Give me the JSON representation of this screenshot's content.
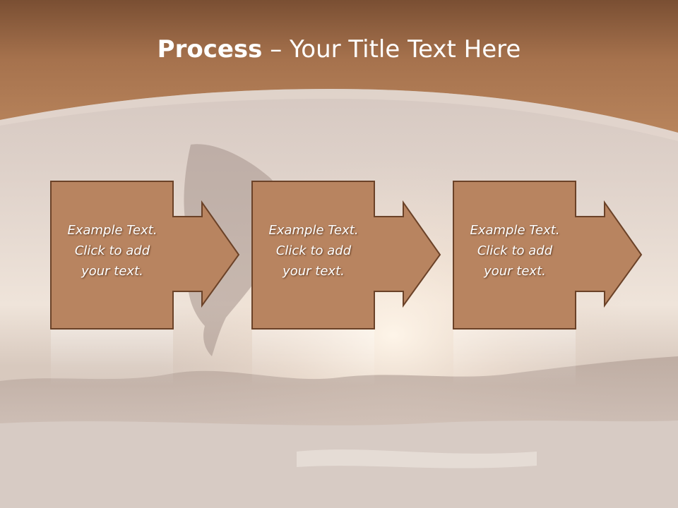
{
  "slide": {
    "title_bold": "Process",
    "title_dash": " – ",
    "title_rest": "Your Title Text Here",
    "steps": [
      {
        "lines": [
          "Example Text.",
          "Click  to add",
          "your text."
        ]
      },
      {
        "lines": [
          "Example Text.",
          "Click  to add",
          "your text."
        ]
      },
      {
        "lines": [
          "Example Text.",
          "Click  to add",
          "your text."
        ]
      }
    ]
  },
  "colors": {
    "header_brown": "#a86e47",
    "box_fill": "#b88460",
    "box_border": "#6b4228",
    "text": "#ffffff"
  }
}
